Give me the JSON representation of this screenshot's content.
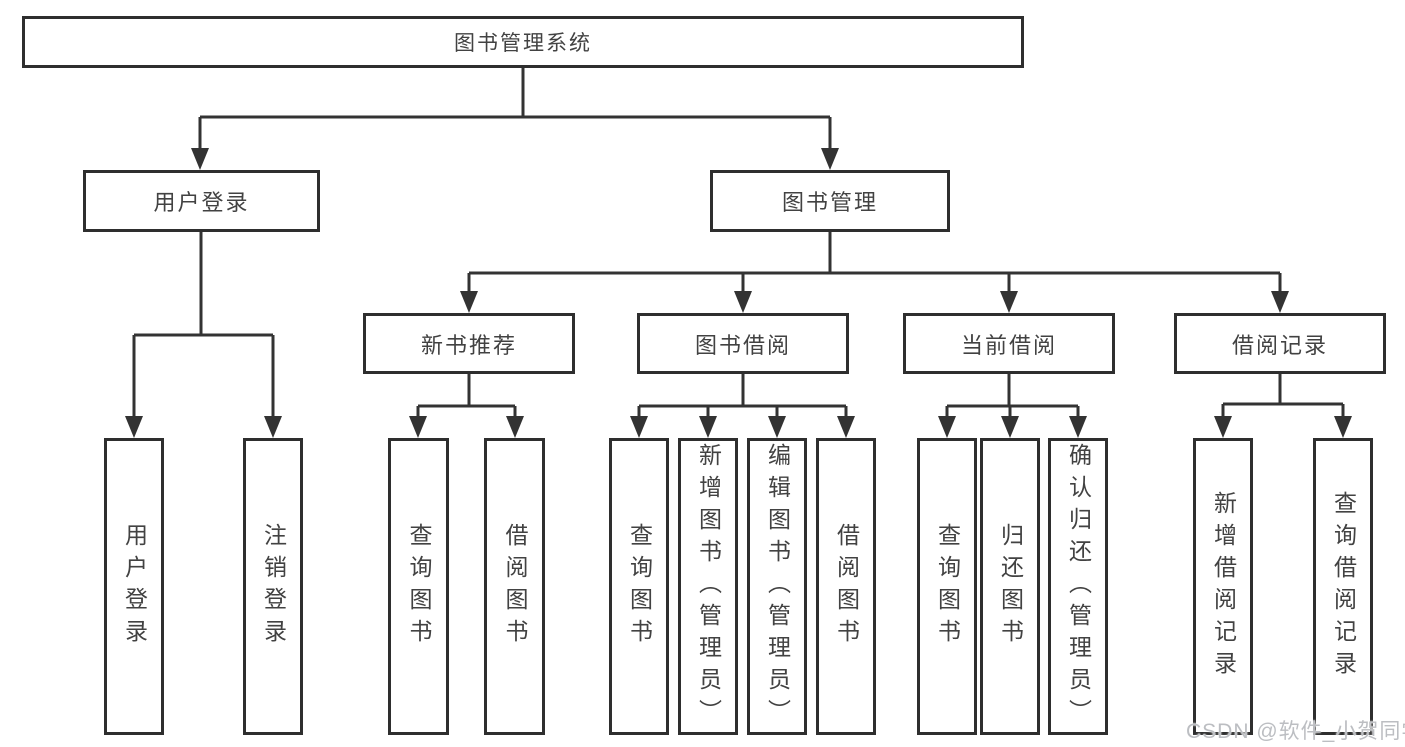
{
  "diagram": {
    "title_node": "图书管理系统",
    "root": {
      "label": "图书管理系统"
    },
    "branches": [
      {
        "label": "用户登录",
        "children": [
          {
            "label": "用户登录"
          },
          {
            "label": "注销登录"
          }
        ]
      },
      {
        "label": "图书管理",
        "children": [
          {
            "label": "新书推荐",
            "children": [
              {
                "label": "查询图书"
              },
              {
                "label": "借阅图书"
              }
            ]
          },
          {
            "label": "图书借阅",
            "children": [
              {
                "label": "查询图书"
              },
              {
                "label": "新增图书（管理员）"
              },
              {
                "label": "编辑图书（管理员）"
              },
              {
                "label": "借阅图书"
              }
            ]
          },
          {
            "label": "当前借阅",
            "children": [
              {
                "label": "查询图书"
              },
              {
                "label": "归还图书"
              },
              {
                "label": "确认归还（管理员）"
              }
            ]
          },
          {
            "label": "借阅记录",
            "children": [
              {
                "label": "新增借阅记录"
              },
              {
                "label": "查询借阅记录"
              }
            ]
          }
        ]
      }
    ]
  },
  "watermark": {
    "text": "CSDN @软件_小贺同学"
  },
  "colors": {
    "line": "#333333",
    "border": "#2e2e2e",
    "text": "#424242",
    "watermark": "#bcbec2",
    "background": "#ffffff"
  }
}
